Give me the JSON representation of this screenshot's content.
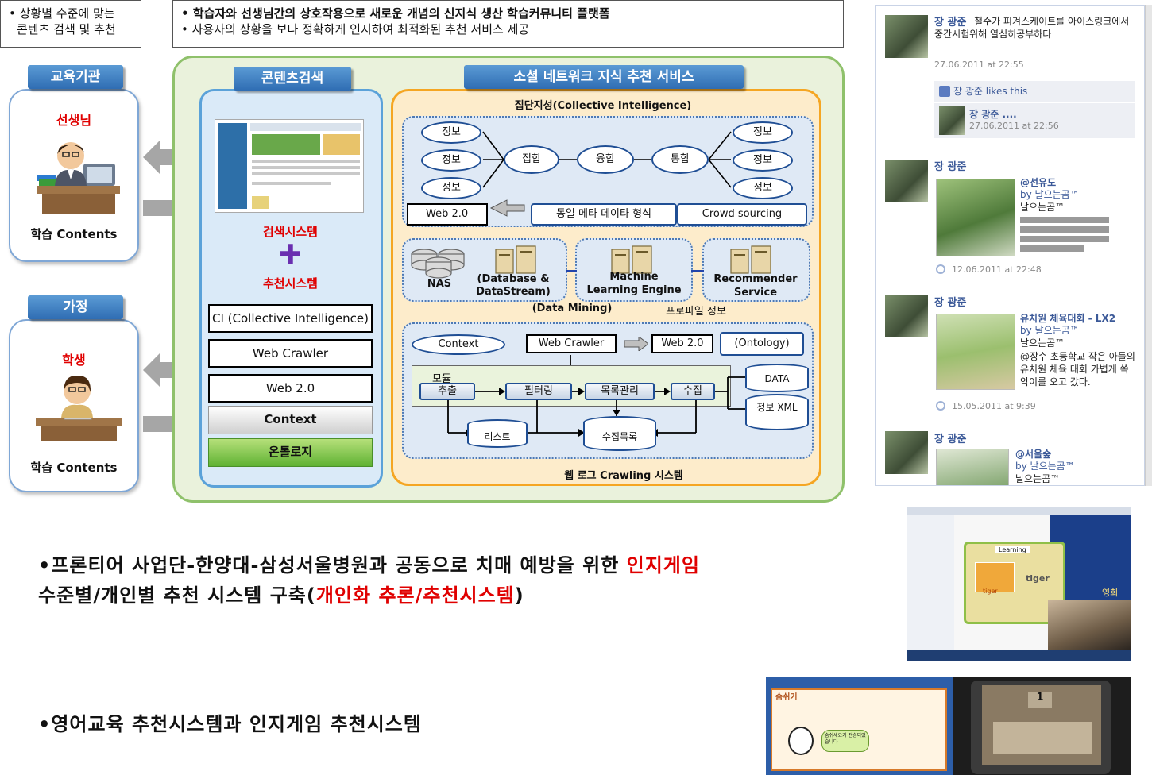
{
  "notes": {
    "left": [
      "• 상황별 수준에 맞는",
      "콘텐츠 검색 및 추천"
    ],
    "top": [
      "• 학습자와 선생님간의 상호작용으로 새로운 개념의 신지식 생산 학습커뮤니티 플랫폼",
      "• 사용자의 상황을 보다 정확하게 인지하여 최적화된 추천 서비스 제공"
    ]
  },
  "tabs": {
    "edu": "교육기관",
    "home": "가정",
    "content_search": "콘텐츠검색",
    "social": "소셜 네트워크 지식 추천 서비스"
  },
  "roles": {
    "teacher": "선생님",
    "student": "학생",
    "teacher_foot": "학습 Contents",
    "student_foot": "학습 Contents"
  },
  "left_panel": {
    "search_system": "검색시스템",
    "plus": "✚",
    "recommend_system": "추천시스템",
    "buttons": [
      "CI (Collective Intelligence)",
      "Web Crawler",
      "Web 2.0",
      "Context",
      "온톨로지"
    ]
  },
  "ci": {
    "title": "집단지성(Collective Intelligence)",
    "info": "정보",
    "flow": [
      "집합",
      "융합",
      "통합"
    ],
    "web20": "Web 2.0",
    "meta": "동일 메타 데이타 형식",
    "crowd": "Crowd sourcing"
  },
  "mining": {
    "nas": "NAS",
    "db": "(Database & DataStream)",
    "ml": "Machine Learning Engine",
    "rec": "Recommender Service",
    "data_mining": "(Data Mining)",
    "profile": "프로파일 정보"
  },
  "crawl": {
    "context": "Context",
    "web_crawler": "Web Crawler",
    "web20": "Web 2.0",
    "ontology": "(Ontology)",
    "module": "모듈",
    "steps": [
      "추출",
      "필터링",
      "목록관리",
      "수집"
    ],
    "list": "리스트",
    "collect_list": "수집목록",
    "data": "DATA",
    "xml": "정보 XML",
    "footer": "웹 로그 Crawling 시스템"
  },
  "feed": {
    "posts": [
      {
        "name": "장 광준",
        "text": "철수가 피겨스케이트를 아이스링크에서 중간시험위해 열심히공부하다",
        "time": "27.06.2011 at 22:55",
        "like": "장 광준 likes this",
        "reply_name": "장 광준 ....",
        "reply_time": "27.06.2011 at 22:56"
      },
      {
        "name": "장 광준",
        "tag": "@선유도",
        "by": "by 날으는곰™",
        "sub": "날으는곰™",
        "time": "12.06.2011 at 22:48"
      },
      {
        "name": "장 광준",
        "tag": "유치원 체육대회 - LX2",
        "by": "by 날으는곰™",
        "sub": "날으는곰™",
        "text": "@장수 초등학교 작은 아들의 유치원 체육 대회 가볍게 쏙악이를 오고 갔다.",
        "time": "15.05.2011 at 9:39"
      },
      {
        "name": "장 광준",
        "tag": "@서울숲",
        "by": "by 날으는곰™",
        "sub": "날으는곰™"
      }
    ]
  },
  "bullets": {
    "b1_a": "•프론티어 사업단-한양대-삼성서울병원과 공동으로 치매 예방을 위한 ",
    "b1_red": "인지게임",
    "b1_b": "  수준별/개인별 추천 시스템 구축(",
    "b1_red2": "개인화 추론/추천시스템",
    "b1_c": ")",
    "b2": "•영어교육 추천시스템과 인지게임 추천시스템"
  },
  "screens": {
    "english": {
      "word": "tiger",
      "tab": "Learning",
      "caption": "tiger",
      "side": "영희"
    },
    "tablet": {
      "title": "숨쉬기",
      "bubble": "숨쉬세요가 전송되었습니다",
      "counter": "1"
    }
  },
  "colors": {
    "accent_red": "#e00000",
    "tab_blue": "#2f6db3",
    "panel_green": "#8fc16b",
    "panel_orange": "#f5a623",
    "fb_blue": "#3b5998"
  }
}
